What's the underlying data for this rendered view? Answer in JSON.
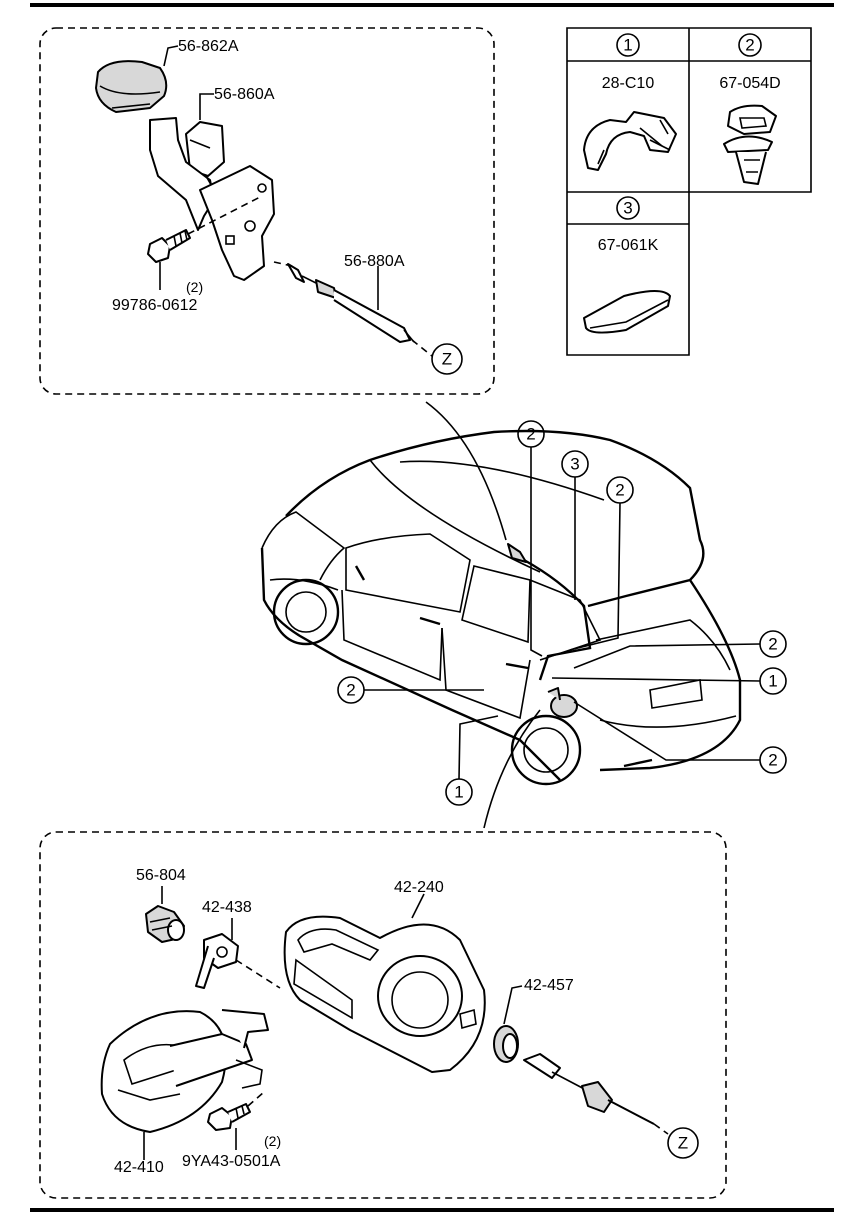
{
  "top_inset": {
    "labels": {
      "cap": "56-862A",
      "bracket": "56-860A",
      "bolt": "99786-0612",
      "bolt_qty": "(2)",
      "cable": "56-880A",
      "connector": "Z"
    }
  },
  "clip_table": {
    "cells": [
      {
        "num": "1",
        "code": "28-C10"
      },
      {
        "num": "2",
        "code": "67-054D"
      },
      {
        "num": "3",
        "code": "67-061K"
      }
    ]
  },
  "car_callouts": [
    "2",
    "3",
    "2",
    "2",
    "1",
    "2",
    "2",
    "1"
  ],
  "bottom_inset": {
    "labels": {
      "cylinder": "56-804",
      "spring": "42-438",
      "housing": "42-240",
      "grommet": "42-457",
      "lid": "42-410",
      "bolt": "9YA43-0501A",
      "bolt_qty": "(2)",
      "connector": "Z"
    }
  }
}
